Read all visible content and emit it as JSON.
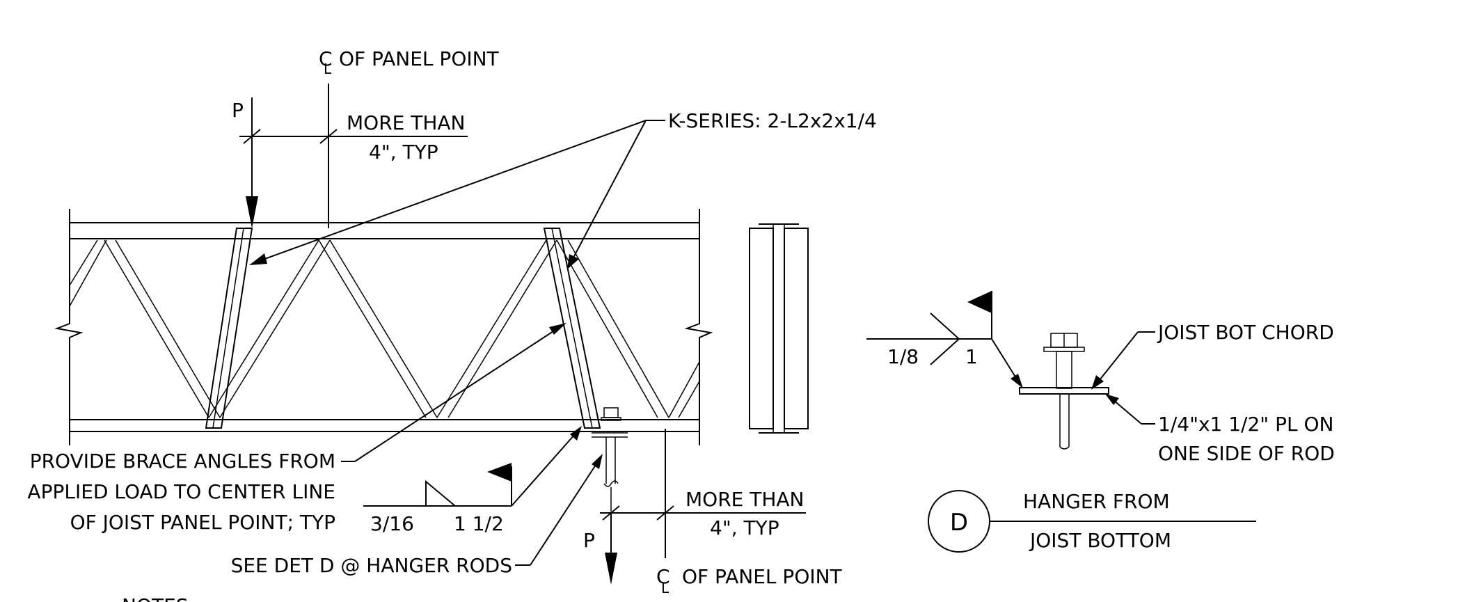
{
  "labels": {
    "cl_symbol": "C",
    "cl_subscript": "L",
    "panel_point_top": "OF PANEL POINT",
    "panel_point_bottom": "OF PANEL POINT",
    "load_top": "P",
    "load_bottom": "P",
    "more_than_top": "MORE THAN",
    "dim_top": "4\", TYP",
    "more_than_bottom": "MORE THAN",
    "dim_bottom": "4\", TYP",
    "k_series": "K-SERIES: 2-L2x2x1/4",
    "brace_note_1": "PROVIDE BRACE ANGLES FROM",
    "brace_note_2": "APPLIED LOAD TO CENTER LINE",
    "brace_note_3": "OF JOIST PANEL POINT; TYP",
    "weld_main_size": "3/16",
    "weld_main_length": "1 1/2",
    "see_det": "SEE DET D @ HANGER RODS",
    "weld_detail_size": "1/8",
    "weld_detail_length": "1",
    "joist_bot_chord": "JOIST BOT CHORD",
    "plate_note_1": "1/4\"x1 1/2\" PL ON",
    "plate_note_2": "ONE SIDE OF ROD",
    "detail_id": "D",
    "detail_title_1": "HANGER FROM",
    "detail_title_2": "JOIST BOTTOM",
    "notes_heading": "NOTES"
  }
}
